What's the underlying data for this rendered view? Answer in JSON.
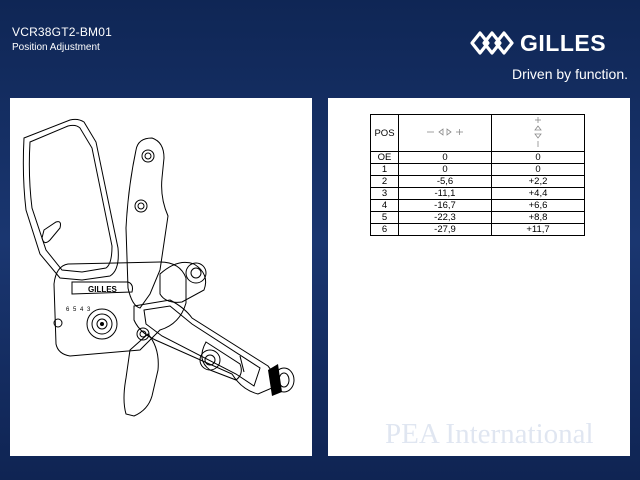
{
  "header": {
    "title": "VCR38GT2-BM01",
    "subtitle": "Position Adjustment"
  },
  "brand": {
    "name": "GILLES",
    "tagline": "Driven by function.",
    "logo_icon": "gilles-interlocking-g-logo"
  },
  "drawing": {
    "emboss_text": "GILLES",
    "position_numbers": [
      "6",
      "5",
      "4",
      "3"
    ]
  },
  "table": {
    "header": {
      "pos": "POS",
      "horizontal_icon": "horizontal-adjust-arrows-icon",
      "vertical_icon": "vertical-adjust-arrows-icon"
    },
    "rows": [
      {
        "pos": "OE",
        "h": "0",
        "v": "0"
      },
      {
        "pos": "1",
        "h": "0",
        "v": "0"
      },
      {
        "pos": "2",
        "h": "-5,6",
        "v": "+2,2"
      },
      {
        "pos": "3",
        "h": "-11,1",
        "v": "+4,4"
      },
      {
        "pos": "4",
        "h": "-16,7",
        "v": "+6,6"
      },
      {
        "pos": "5",
        "h": "-22,3",
        "v": "+8,8"
      },
      {
        "pos": "6",
        "h": "-27,9",
        "v": "+11,7"
      }
    ]
  },
  "watermark": "PEA International",
  "colors": {
    "background": "#142e66",
    "panel": "#ffffff",
    "line": "#000000"
  }
}
